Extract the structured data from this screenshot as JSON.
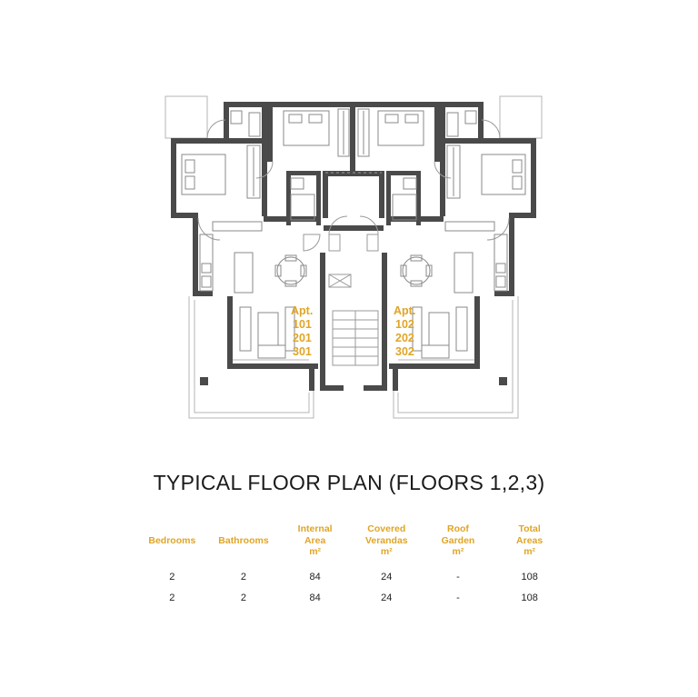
{
  "apartments": {
    "left": [
      "Apt.",
      "101",
      "201",
      "301"
    ],
    "right": [
      "Apt.",
      "102",
      "202",
      "302"
    ]
  },
  "title": "TYPICAL FLOOR PLAN (FLOORS 1,2,3)",
  "table": {
    "headers": [
      [
        "Bedrooms"
      ],
      [
        "Bathrooms"
      ],
      [
        "Internal",
        "Area",
        "m²"
      ],
      [
        "Covered",
        "Verandas",
        "m²"
      ],
      [
        "Roof",
        "Garden",
        "m²"
      ],
      [
        "Total",
        "Areas",
        "m²"
      ]
    ],
    "rows": [
      [
        "2",
        "2",
        "84",
        "24",
        "-",
        "108"
      ],
      [
        "2",
        "2",
        "84",
        "24",
        "-",
        "108"
      ]
    ]
  },
  "colors": {
    "accent": "#e0a526",
    "wall": "#4a4a4a",
    "furniture": "#8a8a8a"
  }
}
